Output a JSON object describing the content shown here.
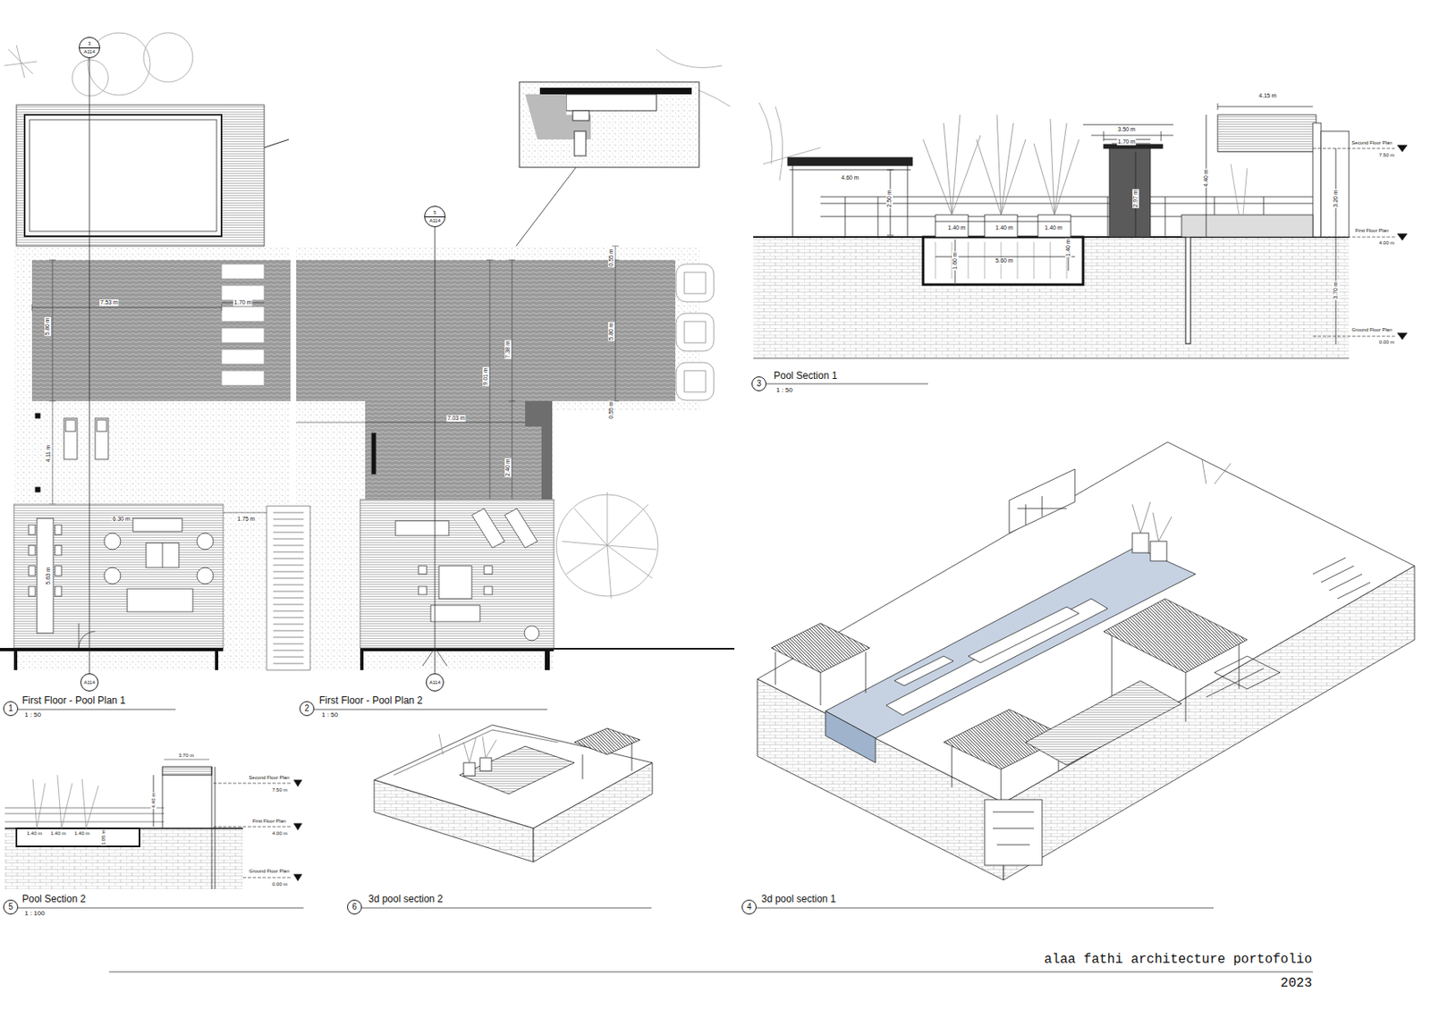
{
  "diagram": {
    "nodes": [
      {
        "text": [
          "3",
          "A114"
        ]
      },
      {
        "text": [
          "5",
          "A114"
        ]
      },
      {
        "text": [
          "3"
        ]
      },
      {
        "text": [
          "A114"
        ]
      },
      {
        "text": [
          "A114"
        ]
      },
      {
        "text": [
          "1"
        ]
      },
      {
        "text": [
          "2"
        ]
      },
      {
        "text": [
          "5"
        ]
      },
      {
        "text": [
          "6"
        ]
      },
      {
        "text": [
          "4"
        ]
      }
    ],
    "labels": [
      "7.53 m",
      "1.70 m",
      "5.80 m",
      "4.11 m",
      "6.30 m",
      "5.63 m",
      "1.75 m",
      "7.03 m",
      "9.01 m",
      "7.38 m",
      "2.40 m",
      "0.55 m",
      "5.80 m",
      "0.55 m",
      "4.60 m",
      "2.50 m",
      "1.40 m",
      "1.40 m",
      "1.40 m",
      "1.60 m",
      "5.60 m",
      "1.40 m",
      "3.50 m",
      "1.70 m",
      "2.97 m",
      "4.15 m",
      "4.40 m",
      "Second Floor Plan",
      "7.50 m",
      "3.20 m",
      "First Floor Plan",
      "4.00 m",
      "3.70 m",
      "Ground Floor Plan",
      "0.00 m",
      "Pool Section 1",
      "1 : 50",
      "3.70 m",
      "4.40 m",
      "1.40 m",
      "1.40 m",
      "1.40 m",
      "1.05 m",
      "Second Floor Plan",
      "7.50 m",
      "First Floor Plan",
      "4.00 m",
      "Ground Floor Plan",
      "0.00 m",
      "Pool Section 2",
      "1 : 100",
      "First Floor - Pool Plan 1",
      "1 : 50",
      "First Floor - Pool Plan 2",
      "1 : 50",
      "3d pool section 2",
      "3d pool section 1",
      "alaa fathi architecture portofolio",
      "2023"
    ]
  }
}
